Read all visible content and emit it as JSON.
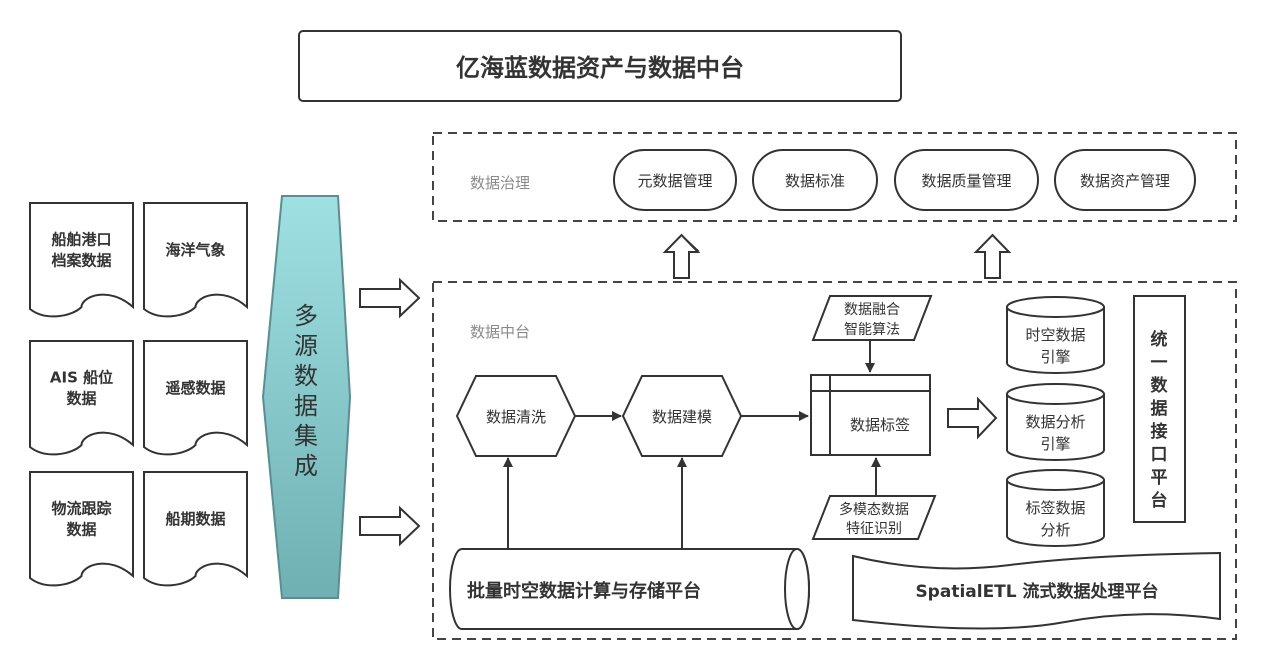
{
  "title": "亿海蓝数据资产与数据中台",
  "sources": [
    {
      "lines": [
        "船舶港口",
        "档案数据"
      ]
    },
    {
      "lines": [
        "海洋气象"
      ]
    },
    {
      "lines": [
        "AIS 船位",
        "数据"
      ]
    },
    {
      "lines": [
        "遥感数据"
      ]
    },
    {
      "lines": [
        "物流跟踪",
        "数据"
      ]
    },
    {
      "lines": [
        "船期数据"
      ]
    }
  ],
  "integration": {
    "label_chars": [
      "多",
      "源",
      "数",
      "据",
      "集",
      "成"
    ],
    "color_top": "#9fe0e2",
    "color_bottom": "#6fb0b2"
  },
  "governance": {
    "label": "数据治理",
    "items": [
      "元数据管理",
      "数据标准",
      "数据质量管理",
      "数据资产管理"
    ]
  },
  "platform": {
    "label": "数据中台",
    "process": [
      "数据清洗",
      "数据建模"
    ],
    "tagging": "数据标签",
    "fusion_input": [
      "数据融合",
      "智能算法"
    ],
    "feature_input": [
      "多模态数据",
      "特征识别"
    ],
    "engines": [
      {
        "lines": [
          "时空数据",
          "引擎"
        ]
      },
      {
        "lines": [
          "数据分析",
          "引擎"
        ]
      },
      {
        "lines": [
          "标签数据",
          "分析"
        ]
      }
    ],
    "api_chars": [
      "统",
      "一",
      "数",
      "据",
      "接",
      "口",
      "平",
      "台"
    ],
    "batch_platform": "批量时空数据计算与存储平台",
    "stream_platform": "SpatialETL 流式数据处理平台"
  }
}
